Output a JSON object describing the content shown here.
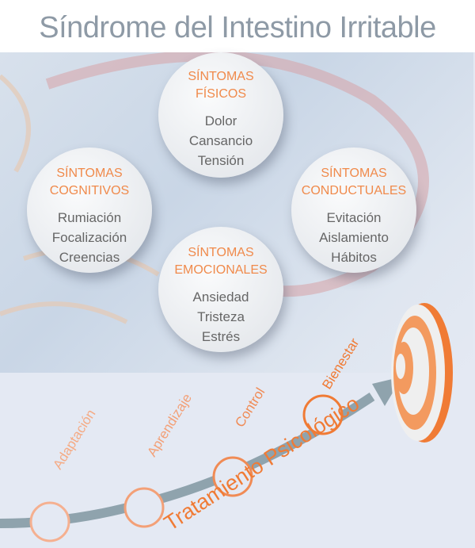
{
  "title": "Síndrome del Intestino Irritable",
  "bubbles": [
    {
      "heading1": "SÍNTOMAS",
      "heading2": "FÍSICOS",
      "items": [
        "Dolor",
        "Cansancio",
        "Tensión"
      ]
    },
    {
      "heading1": "SÍNTOMAS",
      "heading2": "COGNITIVOS",
      "items": [
        "Rumiación",
        "Focalización",
        "Creencias"
      ]
    },
    {
      "heading1": "SÍNTOMAS",
      "heading2": "CONDUCTUALES",
      "items": [
        "Evitación",
        "Aislamiento",
        "Hábitos"
      ]
    },
    {
      "heading1": "SÍNTOMAS",
      "heading2": "EMOCIONALES",
      "items": [
        "Ansiedad",
        "Tristeza",
        "Estrés"
      ]
    }
  ],
  "steps": [
    "Adaptación",
    "Aprendizaje",
    "Control",
    "Bienestar"
  ],
  "treatment": "Tratamiento Psicológico",
  "colors": {
    "accent": "#f07b35",
    "arrow": "#8fa3ad"
  }
}
